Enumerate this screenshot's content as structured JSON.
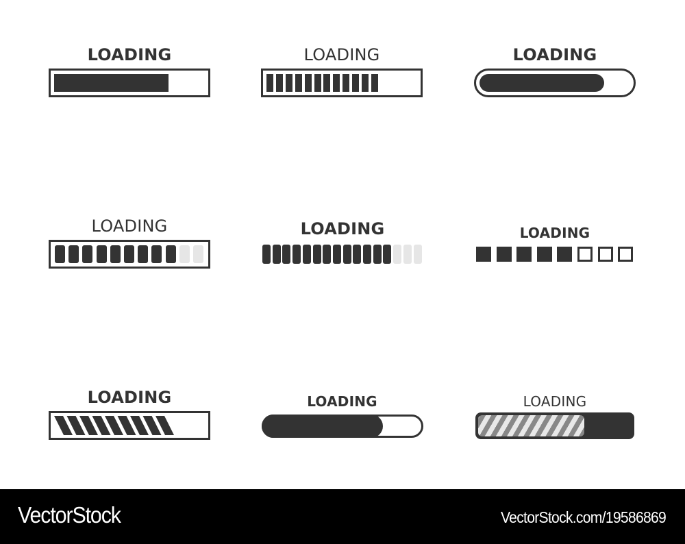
{
  "colors": {
    "dark": "#333333",
    "light_segment": "#e6e6e6",
    "stripe_dark": "#888888",
    "stripe_light": "#e8e8e8",
    "background": "#ffffff",
    "footer_bg": "#000000",
    "footer_text": "#ffffff"
  },
  "indicators": [
    {
      "label": "LOADING",
      "style": "solid-rect-fill",
      "weight": "bold",
      "progress_percent": 73
    },
    {
      "label": "LOADING",
      "style": "segmented-rect",
      "weight": "normal",
      "segments_filled": 12
    },
    {
      "label": "LOADING",
      "style": "pill-fill",
      "weight": "bold",
      "progress_percent": 80
    },
    {
      "label": "LOADING",
      "style": "rounded-segments-framed",
      "weight": "normal",
      "segments_filled": 9,
      "segments_total": 11
    },
    {
      "label": "LOADING",
      "style": "rounded-segments-unframed",
      "weight": "bold",
      "segments_filled": 13,
      "segments_total": 16
    },
    {
      "label": "LOADING",
      "style": "squares",
      "weight": "bold",
      "segments_filled": 5,
      "segments_total": 8
    },
    {
      "label": "LOADING",
      "style": "slanted-stripes-rect",
      "weight": "bold",
      "stripes": 9
    },
    {
      "label": "LOADING",
      "style": "pill-solid-fill",
      "weight": "bold",
      "progress_percent": 75
    },
    {
      "label": "LOADING",
      "style": "striped-dark-bar",
      "weight": "normal",
      "progress_percent": 68
    }
  ],
  "footer": {
    "brand": "VectorStock",
    "url": "VectorStock.com/19586869"
  }
}
